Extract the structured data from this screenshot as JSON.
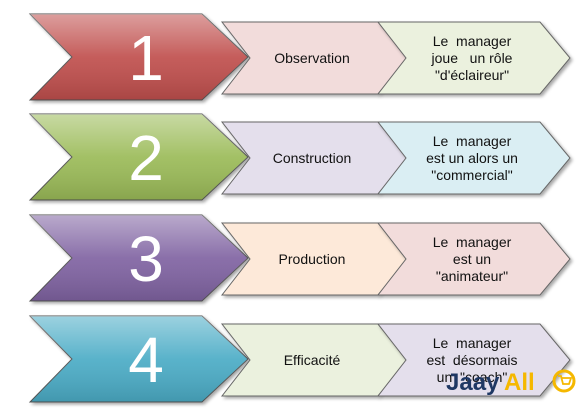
{
  "rows": [
    {
      "number": "1",
      "color": "#c0504d",
      "stage": {
        "label": "Observation",
        "fill": "#f2dcdb"
      },
      "description": {
        "lines": [
          "Le  manager",
          "joue   un rôle",
          "\"d'éclaireur\""
        ],
        "fill": "#ebf1de"
      }
    },
    {
      "number": "2",
      "color": "#9bbb59",
      "stage": {
        "label": "Construction",
        "fill": "#e4dfec"
      },
      "description": {
        "lines": [
          "Le  manager",
          "est un alors un",
          "\"commercial\""
        ],
        "fill": "#daeef3"
      }
    },
    {
      "number": "3",
      "color": "#8064a2",
      "stage": {
        "label": "Production",
        "fill": "#fde9d9"
      },
      "description": {
        "lines": [
          "Le  manager",
          "est un",
          "\"animateur\""
        ],
        "fill": "#f2dcdb"
      }
    },
    {
      "number": "4",
      "color": "#4bacc6",
      "stage": {
        "label": "Efficacité",
        "fill": "#ebf1de"
      },
      "description": {
        "lines": [
          "Le  manager",
          "est  désormais",
          "un  \"coach\""
        ],
        "fill": "#e4dfec"
      }
    }
  ],
  "watermark": {
    "text_dark": "Jaay",
    "text_accent": "All",
    "dark_color": "#1f3864",
    "accent_color": "#f5b800"
  }
}
